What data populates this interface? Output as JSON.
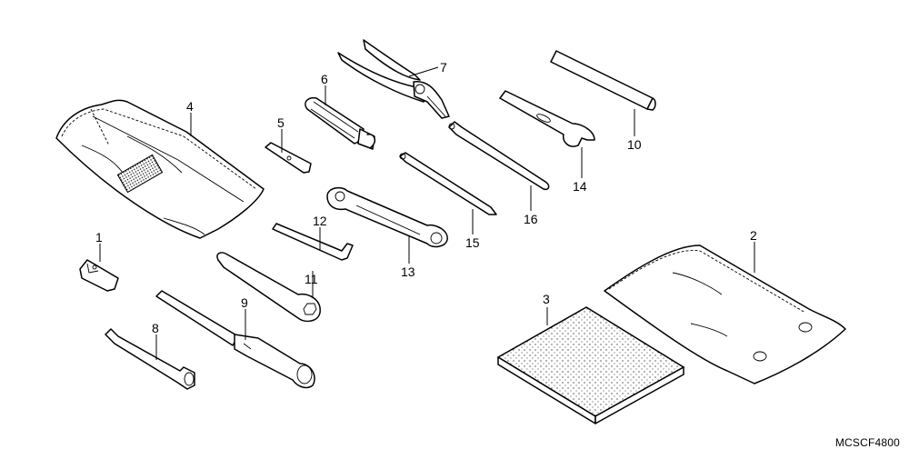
{
  "diagram_code": "MCSCF4800",
  "callouts": {
    "c1": "1",
    "c2": "2",
    "c3": "3",
    "c4": "4",
    "c5": "5",
    "c6": "6",
    "c7": "7",
    "c8": "8",
    "c9": "9",
    "c10": "10",
    "c11": "11",
    "c12": "12",
    "c13": "13",
    "c14": "14",
    "c15": "15",
    "c16": "16"
  }
}
